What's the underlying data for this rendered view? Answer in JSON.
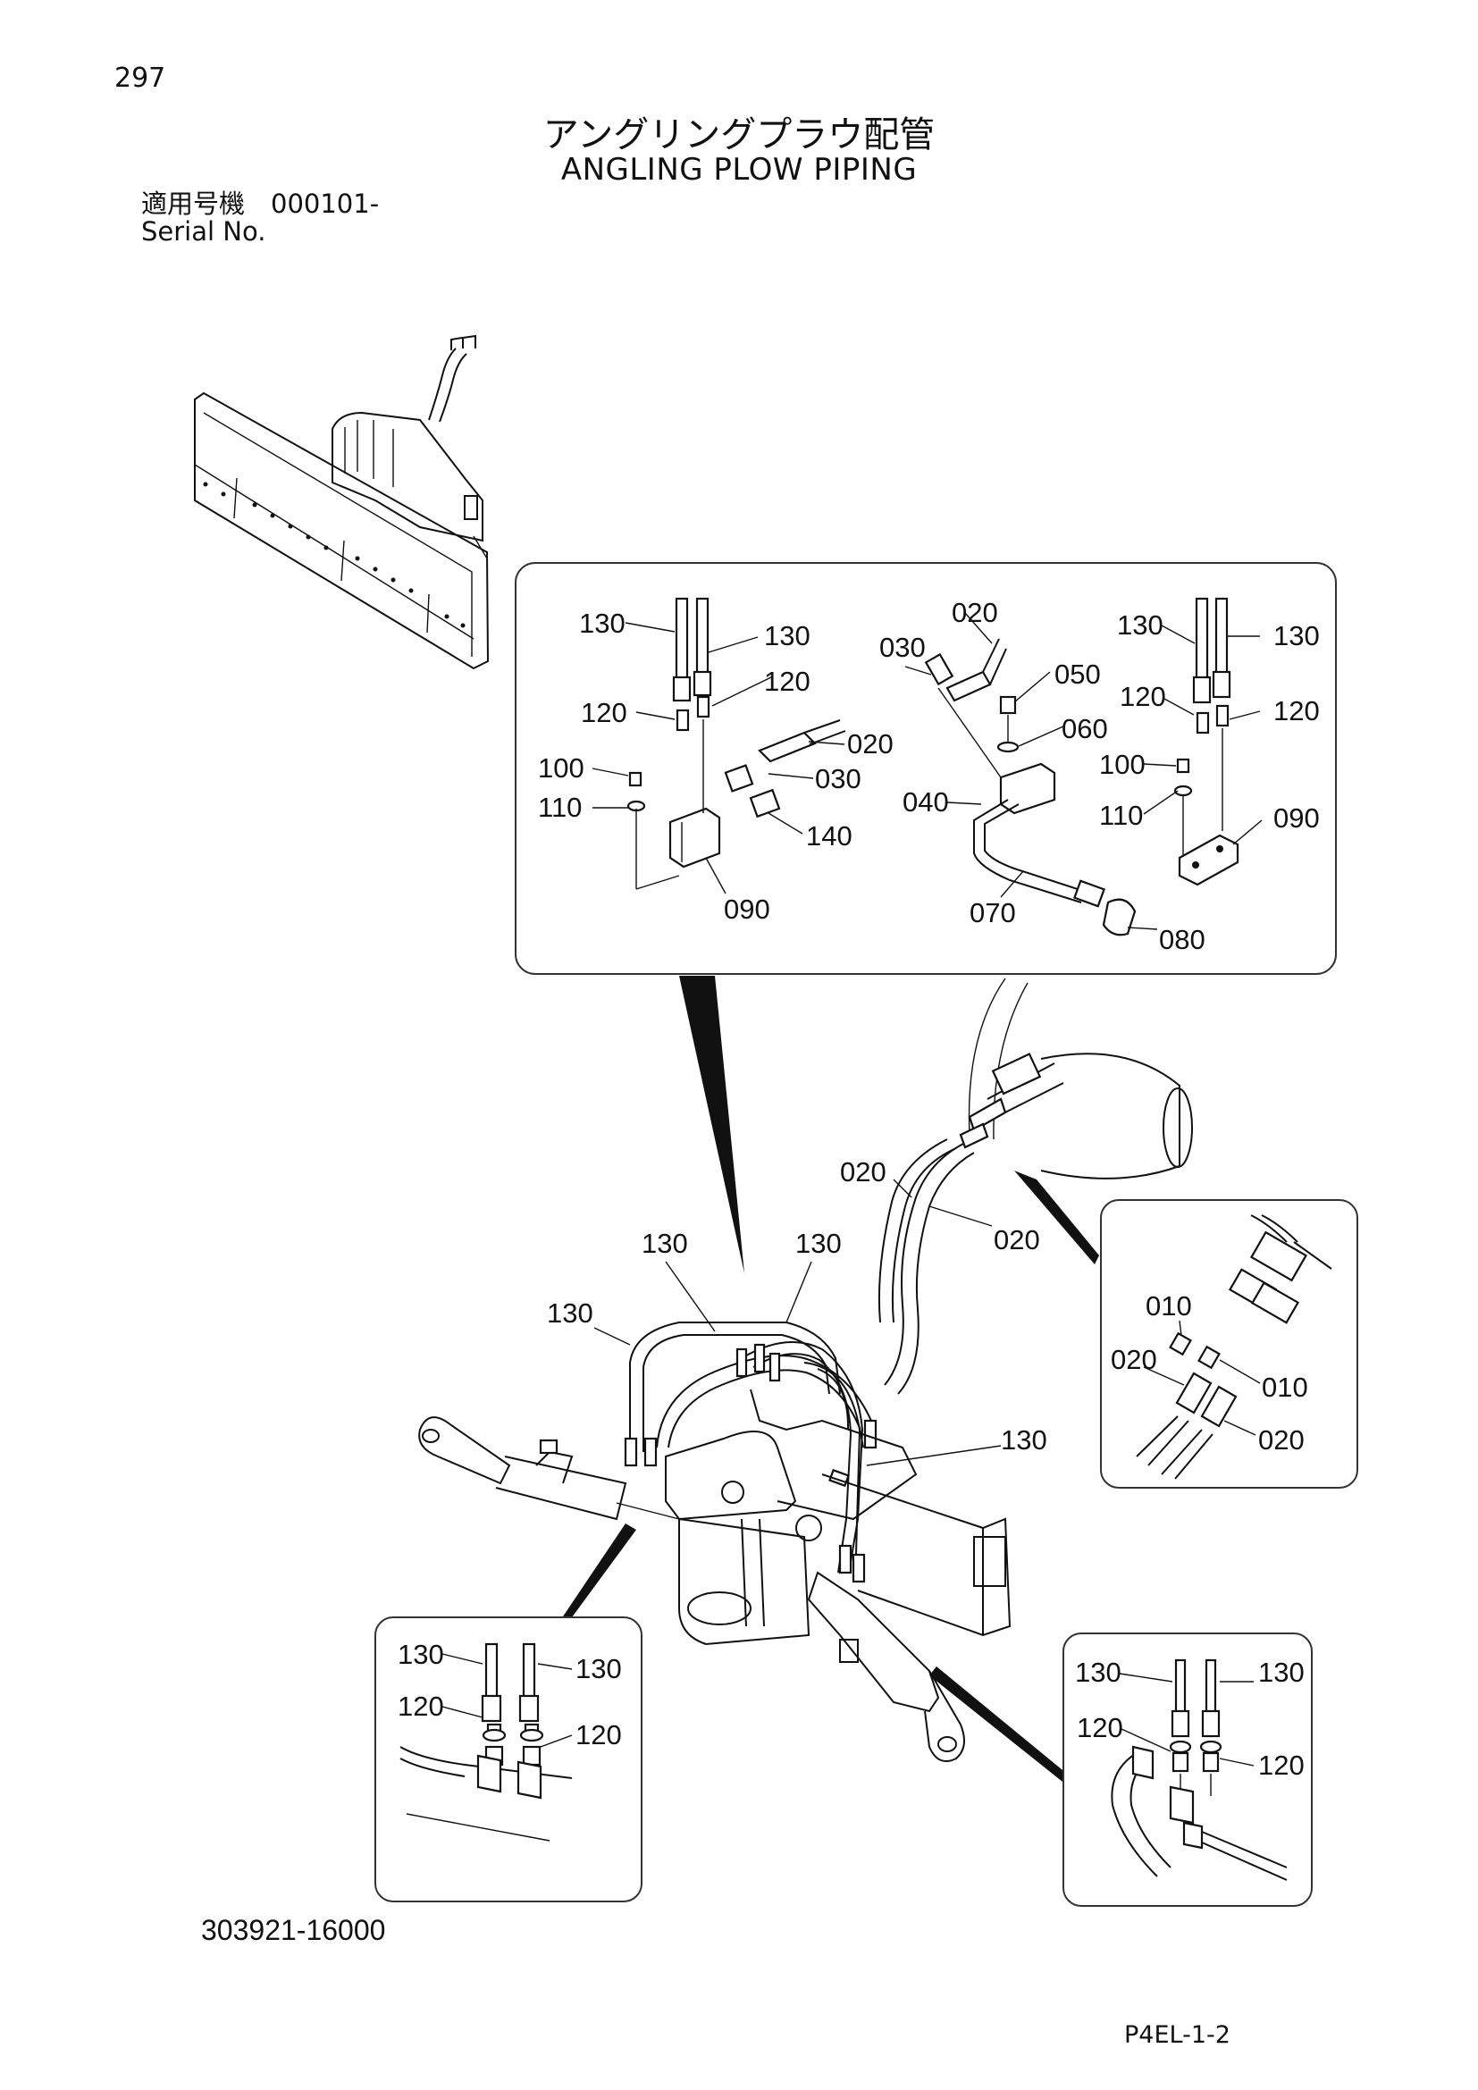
{
  "header": {
    "page_number": "297",
    "title_jp": "アングリングプラウ配管",
    "title_en": "ANGLING PLOW PIPING",
    "serial_label_jp": "適用号機　000101-",
    "serial_label_en": "Serial No."
  },
  "footer": {
    "part_code": "303921-16000",
    "page_code": "P4EL-1-2"
  },
  "callouts": {
    "detail_top": {
      "l130a": "130",
      "l130b": "130",
      "l120a": "120",
      "l120b": "120",
      "l100": "100",
      "l110": "110",
      "l020a": "020",
      "l030a": "030",
      "l140": "140",
      "l090a": "090",
      "l020b": "020",
      "l030b": "030",
      "l050": "050",
      "l060": "060",
      "l040": "040",
      "l070": "070",
      "l080": "080",
      "l130c": "130",
      "l130d": "130",
      "l120c": "120",
      "l120d": "120",
      "l100b": "100",
      "l110b": "110",
      "l090b": "090"
    },
    "main": {
      "l020a": "020",
      "l020b": "020",
      "l130a": "130",
      "l130b": "130",
      "l130c": "130",
      "l130d": "130"
    },
    "detail_right": {
      "l010a": "010",
      "l010b": "010",
      "l020a": "020",
      "l020b": "020"
    },
    "detail_left": {
      "l130a": "130",
      "l130b": "130",
      "l120a": "120",
      "l120b": "120"
    },
    "detail_bottom_right": {
      "l130a": "130",
      "l130b": "130",
      "l120a": "120",
      "l120b": "120"
    }
  }
}
